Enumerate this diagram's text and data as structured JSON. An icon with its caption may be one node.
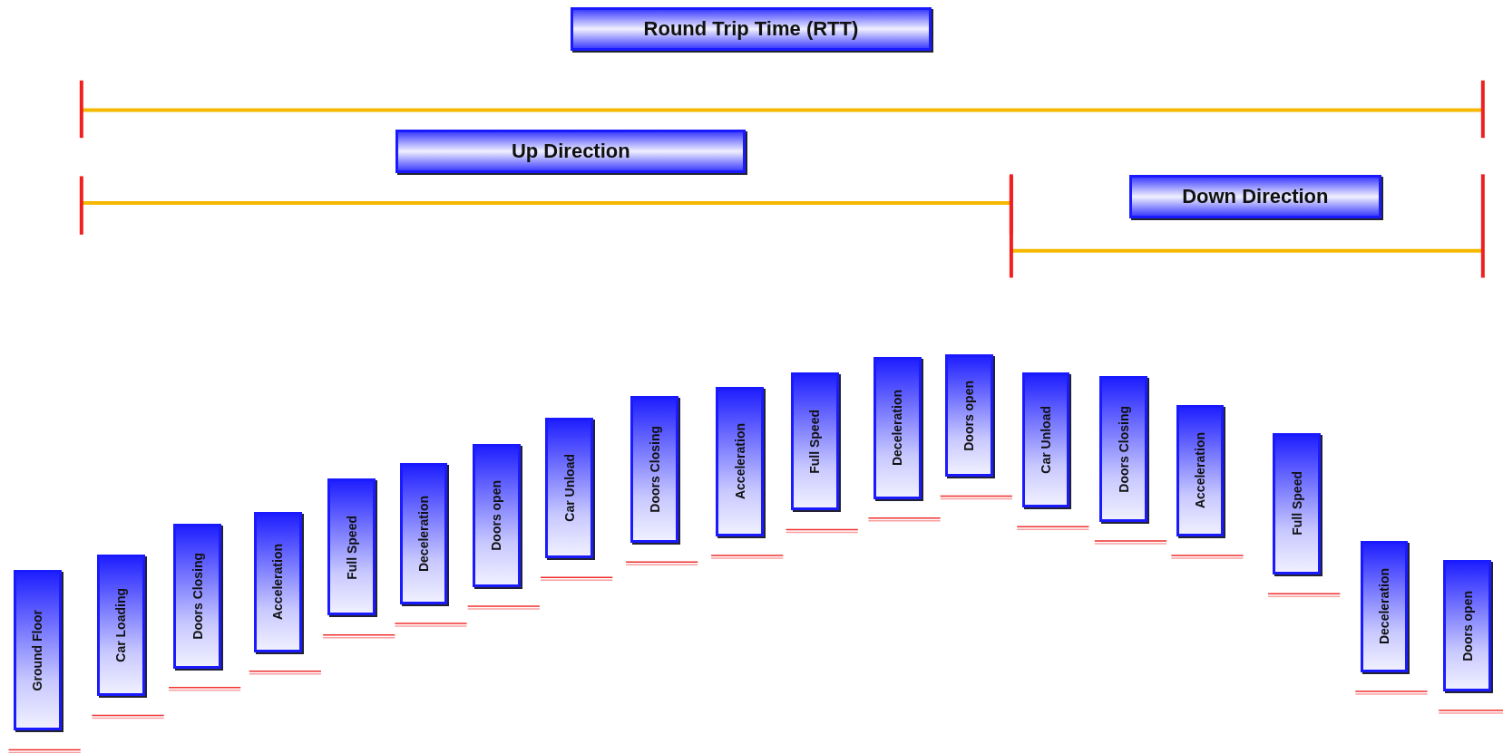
{
  "diagram": {
    "nodes": [
      {
        "text": [
          "Round Trip Time (RTT)"
        ]
      },
      {
        "text": [
          "Up Direction"
        ]
      },
      {
        "text": [
          "Down Direction"
        ]
      },
      {
        "text": [
          "Ground Floor"
        ]
      },
      {
        "text": [
          "Car Loading"
        ]
      },
      {
        "text": [
          "Doors Closing"
        ]
      },
      {
        "text": [
          "Acceleration"
        ]
      },
      {
        "text": [
          "Full Speed"
        ]
      },
      {
        "text": [
          "Deceleration"
        ]
      },
      {
        "text": [
          "Doors open"
        ]
      },
      {
        "text": [
          "Car Unload"
        ]
      },
      {
        "text": [
          "Doors Closing"
        ]
      },
      {
        "text": [
          "Acceleration"
        ]
      },
      {
        "text": [
          "Full Speed"
        ]
      },
      {
        "text": [
          "Deceleration"
        ]
      },
      {
        "text": [
          "Doors open"
        ]
      },
      {
        "text": [
          "Car Unload"
        ]
      },
      {
        "text": [
          "Doors Closing"
        ]
      },
      {
        "text": [
          "Acceleration"
        ]
      },
      {
        "text": [
          "Full Speed"
        ]
      },
      {
        "text": [
          "Deceleration"
        ]
      },
      {
        "text": [
          "Doors open"
        ]
      }
    ]
  }
}
